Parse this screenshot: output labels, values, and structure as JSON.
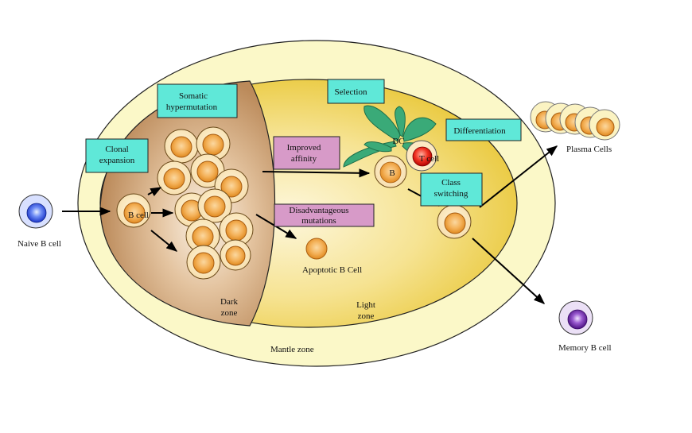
{
  "labels": {
    "naive_b_cell": "Naive B cell",
    "b_cell": "B cell",
    "b": "B",
    "dc": "DC",
    "t_cell": "T cell",
    "plasma_cells": "Plasma Cells",
    "apoptotic_b_cell": "Apoptotic B Cell",
    "memory_b_cell": "Memory B cell",
    "dark_zone": [
      "Dark",
      "zone"
    ],
    "light_zone": [
      "Light",
      "zone"
    ],
    "mantle_zone": "Mantle zone"
  },
  "boxes": {
    "clonal_expansion": [
      "Clonal",
      "expansion"
    ],
    "somatic_hypermutation": [
      "Somatic",
      "hypermutation"
    ],
    "selection": [
      "Selection"
    ],
    "differentiation": [
      "Differentiation"
    ],
    "improved_affinity": [
      "Improved",
      "affinity"
    ],
    "disadvantageous_mutations": [
      "Disadvantageous",
      "mutations"
    ],
    "class_switching": [
      "Class",
      "switching"
    ]
  },
  "colors": {
    "mantle_fill": "#fbf8c8",
    "light_zone": "#f0d54c",
    "dark_zone": "#c89868",
    "cyan_box": "#5fe8d8",
    "pink_box": "#d79ac8",
    "dc_green": "#2e9a68",
    "t_cell_red": "#e21a1a",
    "naive_blue": "#2a4fe0",
    "memory_purple": "#6a2a9a",
    "b_cell_orange": "#f2a640"
  }
}
